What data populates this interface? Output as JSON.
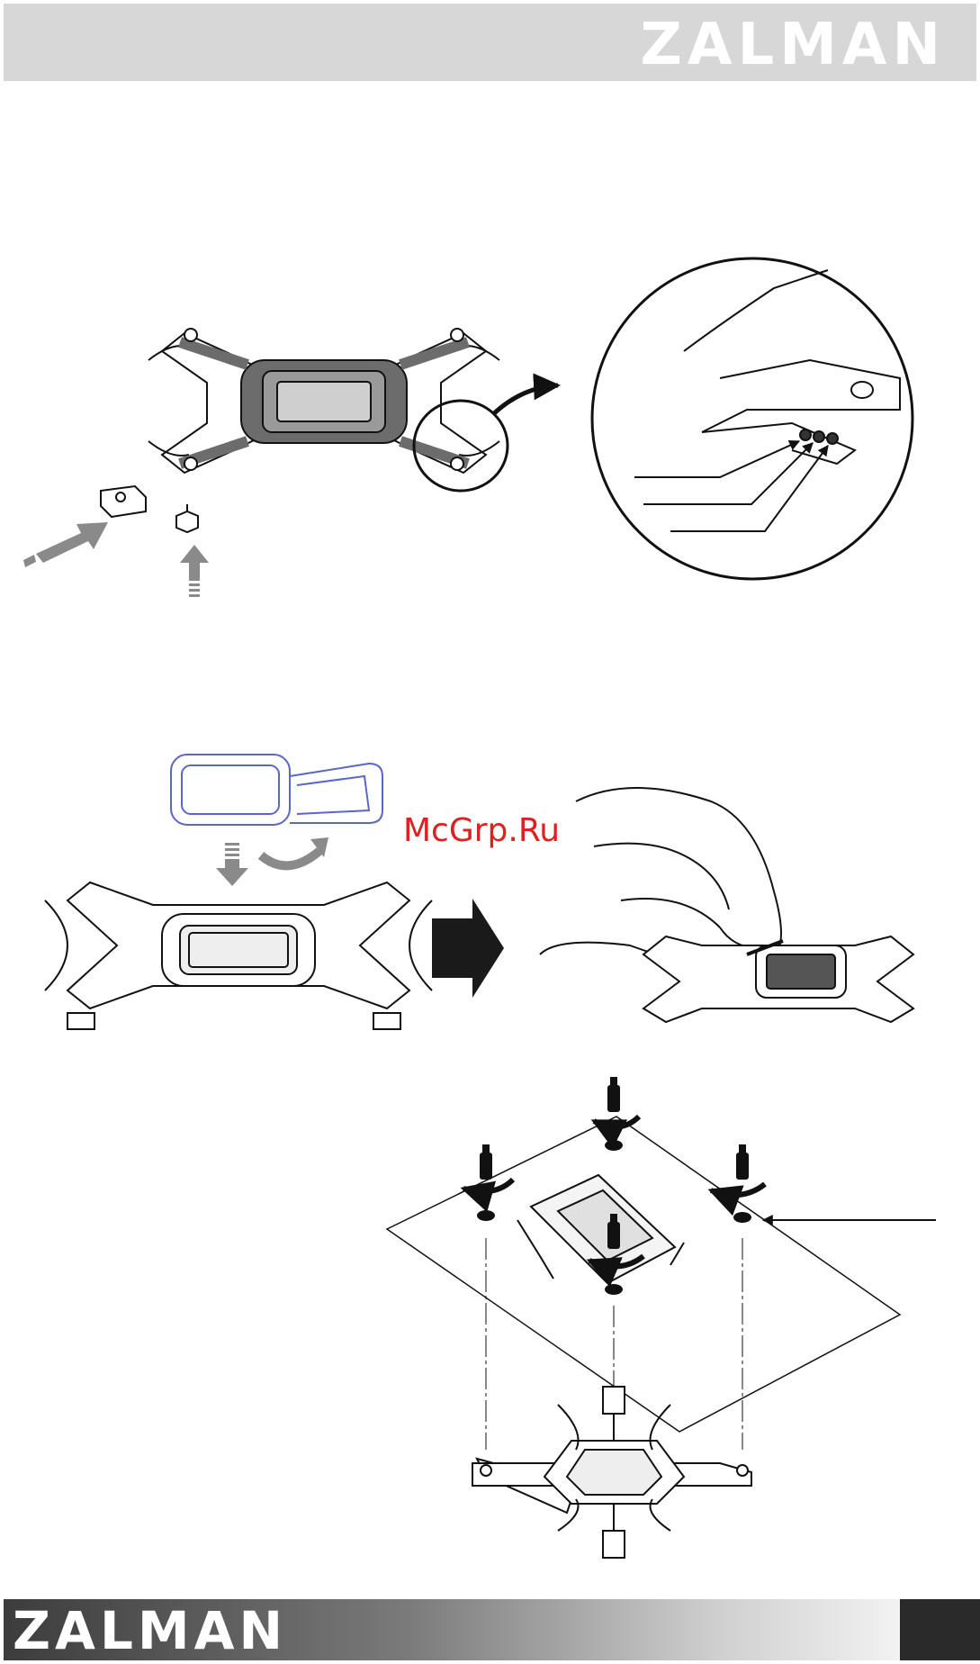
{
  "header": {
    "brand": "ZALMAN"
  },
  "watermark": "McGrp.Ru",
  "footer": {
    "brand": "ZALMAN"
  },
  "colors": {
    "header_bg": "#d7d7d7",
    "watermark": "#e02020",
    "footer_dark": "#2a2a2a",
    "tape_outline": "#5a66c8"
  },
  "figures": [
    {
      "name": "backplate-parts-attachment",
      "icons": [
        "backplate",
        "latch-clip",
        "standoff-screw",
        "gray-push-arrow",
        "magnify-circle",
        "callout-arrow"
      ]
    },
    {
      "name": "remove-protective-tape",
      "icons": [
        "tape-sheet",
        "backplate",
        "black-arrow",
        "hand-peeling"
      ]
    },
    {
      "name": "mount-on-motherboard",
      "icons": [
        "motherboard",
        "cpu-socket",
        "standoff",
        "washer",
        "rotate-arrow",
        "backplate",
        "pointer-arrow"
      ]
    }
  ]
}
